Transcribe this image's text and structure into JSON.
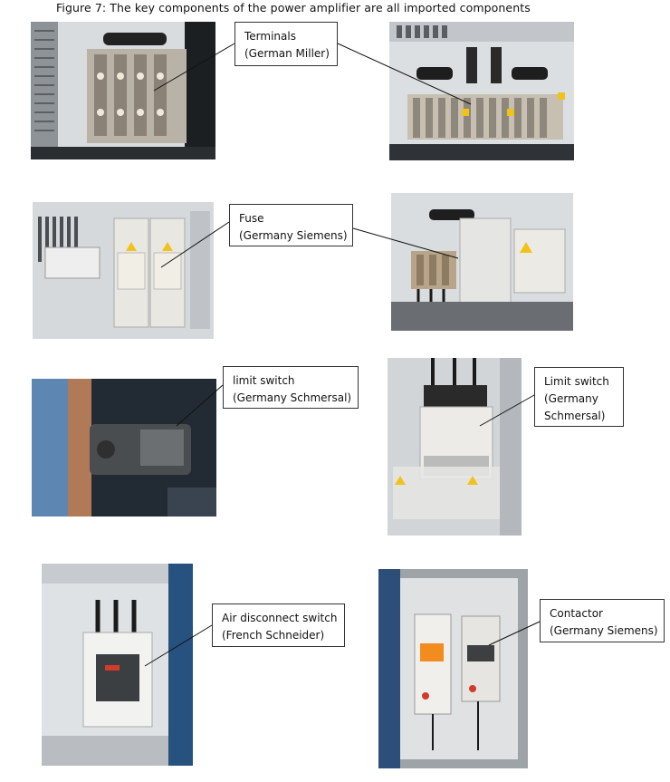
{
  "figure_caption": "Figure 7: The key components of the power amplifier are all imported components",
  "callouts": [
    {
      "line1": "Terminals",
      "line2": "(German Miller)"
    },
    {
      "line1": "Fuse",
      "line2": "(Germany Siemens)"
    },
    {
      "line1": "limit switch",
      "line2": "(Germany Schmersal)"
    },
    {
      "line1": "Limit switch",
      "line2": "(Germany",
      "line3": "Schmersal)"
    },
    {
      "line1": "Air disconnect switch",
      "line2": "(French Schneider)"
    },
    {
      "line1": "Contactor",
      "line2": "(Germany Siemens)"
    }
  ]
}
